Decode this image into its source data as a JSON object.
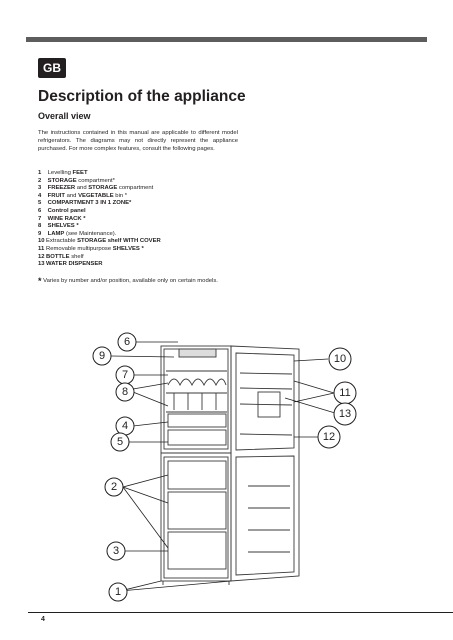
{
  "badge": "GB",
  "title": "Description of the appliance",
  "subtitle": "Overall view",
  "intro": "The instructions contained in this manual are applicable to different model refrigerators. The diagrams may not directly represent the appliance purchased. For more complex features, consult the following pages.",
  "parts": [
    {
      "num": "1",
      "pre": "Levelling ",
      "bold": "FEET",
      "post": ""
    },
    {
      "num": "2",
      "pre": "",
      "bold": "STORAGE",
      "post": " compartment*"
    },
    {
      "num": "3",
      "pre": "",
      "bold": "FREEZER",
      "post": " and ",
      "bold2": "STORAGE",
      "post2": " compartment"
    },
    {
      "num": "4",
      "pre": "",
      "bold": "FRUIT",
      "post": " and ",
      "bold2": "VEGETABLE",
      "post2": " bin *"
    },
    {
      "num": "5",
      "pre": "",
      "bold": "COMPARTMENT 3 IN 1 ZONE*",
      "post": ""
    },
    {
      "num": "6",
      "pre": "",
      "bold": "Control panel",
      "post": ""
    },
    {
      "num": "7",
      "pre": "",
      "bold": "WINE RACK *",
      "post": ""
    },
    {
      "num": "8",
      "pre": "",
      "bold": "SHELVES *",
      "post": ""
    },
    {
      "num": "9",
      "pre": "",
      "bold": "LAMP",
      "post": " (see Maintenance)."
    },
    {
      "num": "10",
      "pre": "Extractable ",
      "bold": "STORAGE shelf WITH COVER",
      "post": ""
    },
    {
      "num": "11",
      "pre": "Removable multipurpose ",
      "bold": "SHELVES *",
      "post": ""
    },
    {
      "num": "12",
      "pre": "",
      "bold": "BOTTLE",
      "post": " shelf"
    },
    {
      "num": "13",
      "pre": "",
      "bold": "WATER DISPENSER",
      "post": ""
    }
  ],
  "note_star": "*",
  "note": " Varies by number and/or position, available only on certain models.",
  "callouts": [
    "6",
    "9",
    "7",
    "8",
    "4",
    "5",
    "2",
    "3",
    "1",
    "10",
    "11",
    "13",
    "12"
  ],
  "page_number": "4"
}
